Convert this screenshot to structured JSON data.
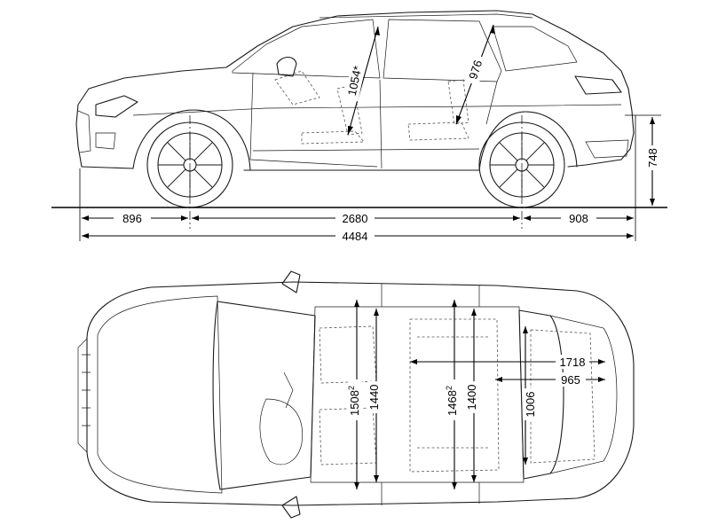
{
  "side_view": {
    "front_overhang": "896",
    "wheelbase": "2680",
    "rear_overhang": "908",
    "overall_length": "4484",
    "tailgate_sill_height": "748",
    "front_headroom": "1054",
    "front_headroom_mark": "*",
    "rear_headroom": "976"
  },
  "top_view": {
    "front_shoulder_width": "1508",
    "front_shoulder_mark": "2",
    "front_elbow_width": "1440",
    "rear_shoulder_width": "1468",
    "rear_shoulder_mark": "2",
    "rear_elbow_width": "1400",
    "luggage_width": "1006",
    "luggage_length_max": "1718",
    "luggage_length": "965"
  }
}
